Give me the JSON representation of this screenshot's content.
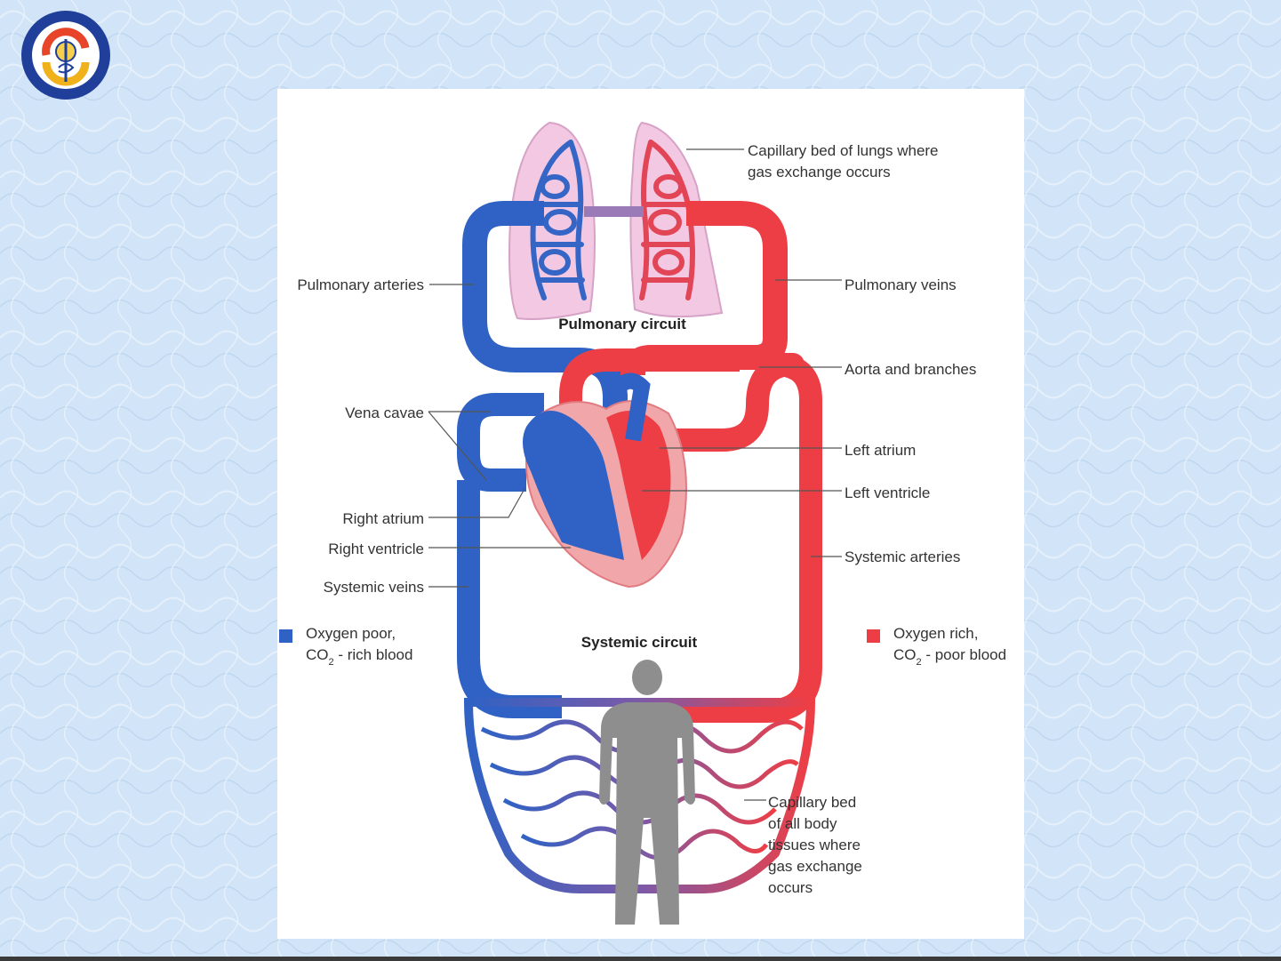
{
  "logo": {
    "name": "university-seal"
  },
  "colors": {
    "deoxygenated": "#2f62c4",
    "oxygenated": "#ee3e45",
    "lung_fill": "#f2c6e2",
    "silhouette": "#8e8e8e",
    "leader_line": "#555555",
    "page_background": "#d4e6f8"
  },
  "circuits": {
    "pulmonary": "Pulmonary circuit",
    "systemic": "Systemic circuit"
  },
  "labels": {
    "capillary_lungs_line1": "Capillary bed of lungs where",
    "capillary_lungs_line2": "gas exchange occurs",
    "pulmonary_arteries": "Pulmonary arteries",
    "pulmonary_veins": "Pulmonary veins",
    "aorta": "Aorta and branches",
    "vena_cavae": "Vena cavae",
    "left_atrium": "Left atrium",
    "left_ventricle": "Left ventricle",
    "right_atrium": "Right atrium",
    "right_ventricle": "Right ventricle",
    "systemic_arteries": "Systemic arteries",
    "systemic_veins": "Systemic veins",
    "capillary_body_line1": "Capillary bed",
    "capillary_body_line2": "of all body",
    "capillary_body_line3": "tissues where",
    "capillary_body_line4": "gas exchange",
    "capillary_body_line5": "occurs"
  },
  "legend": {
    "poor_line1": "Oxygen poor,",
    "poor_co2": "CO",
    "poor_sub": "2",
    "poor_suffix": " - rich blood",
    "rich_line1": "Oxygen rich,",
    "rich_co2": "CO",
    "rich_sub": "2",
    "rich_suffix": " - poor blood"
  }
}
